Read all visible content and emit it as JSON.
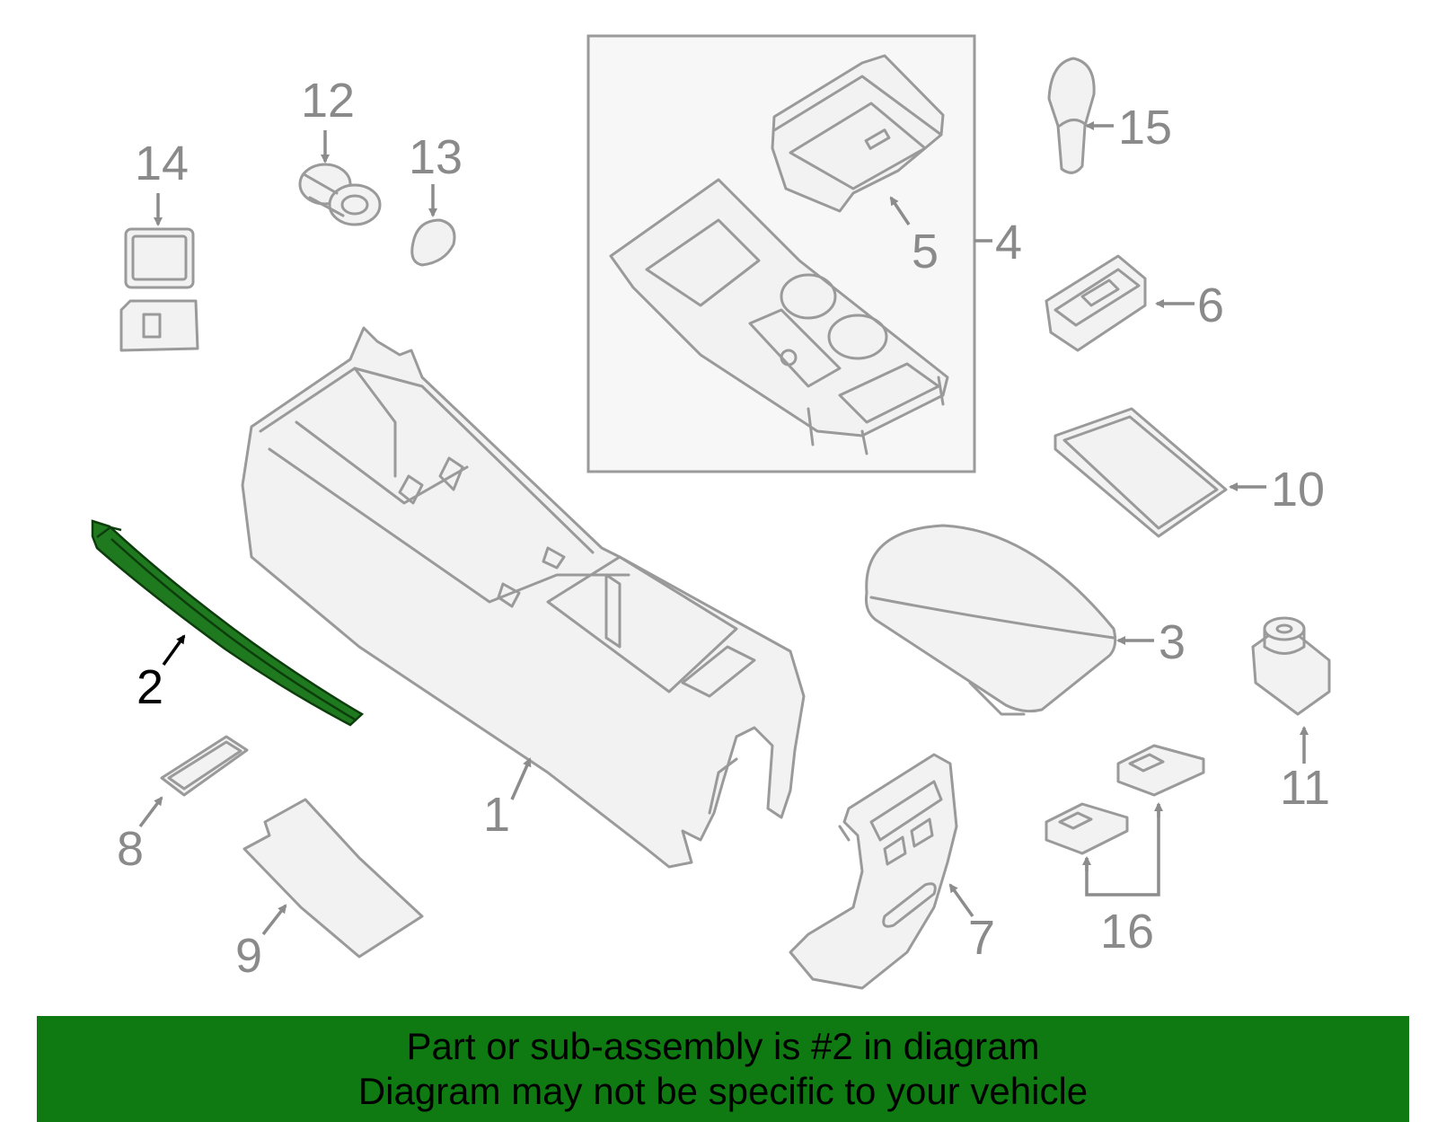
{
  "colors": {
    "banner_bg": "#0f7a12",
    "highlight_part": "#1f7a1f",
    "line_gray": "#9a9a9a",
    "subassembly_box_bg": "#f7f7f7"
  },
  "callouts": {
    "c1": "1",
    "c2": "2",
    "c3": "3",
    "c4": "4",
    "c5": "5",
    "c6": "6",
    "c7": "7",
    "c8": "8",
    "c9": "9",
    "c10": "10",
    "c11": "11",
    "c12": "12",
    "c13": "13",
    "c14": "14",
    "c15": "15",
    "c16": "16"
  },
  "highlighted_callout": "2",
  "banner": {
    "line1": "Part or sub-assembly is #2 in diagram",
    "line2": "Diagram may not be specific to your vehicle"
  }
}
